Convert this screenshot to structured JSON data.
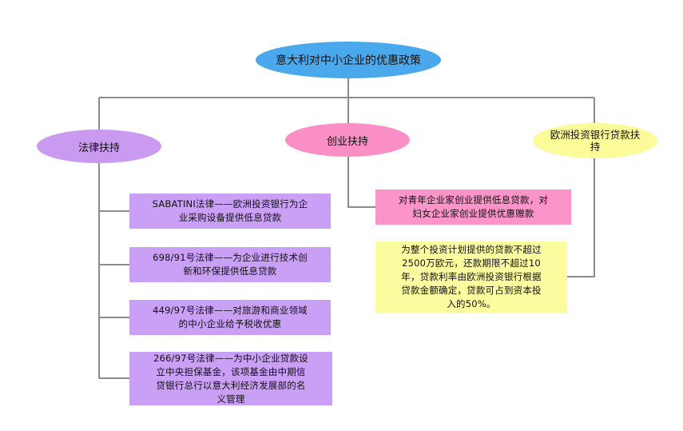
{
  "diagram": {
    "root": {
      "label": "意大利对中小企业的优惠政策",
      "color": "#4aa8ec"
    },
    "branches": {
      "legal": {
        "label": "法律扶持",
        "color": "#c99af0",
        "items": [
          {
            "line1": "SABATINI法律——欧洲投资银行为企",
            "line2": "业采购设备提供低息贷款"
          },
          {
            "line1": "698/91号法律——为企业进行技术创",
            "line2": "新和环保提供低息贷款"
          },
          {
            "line1": "449/97号法律——对旅游和商业领域",
            "line2": "的中小企业给予税收优惠"
          },
          {
            "line1": "266/97号法律——为中小企业贷款设",
            "line2": "立中央担保基金，该项基金由中期信",
            "line3": "贷银行总行以意大利经济发展部的名",
            "line4": "义管理"
          }
        ]
      },
      "startup": {
        "label": "创业扶持",
        "color": "#fa8fc6",
        "detail": {
          "line1": "对青年企业家创业提供低息贷款，对",
          "line2": "妇女企业家创业提供优惠赠款"
        }
      },
      "eib": {
        "label_line1": "欧洲投资银行贷款扶",
        "label_line2": "持",
        "color": "#fbfb9a",
        "detail": {
          "line1": "为整个投资计划提供的贷款不超过",
          "line2": "2500万欧元，还款期限不超过10",
          "line3": "年，贷款利率由欧洲投资银行根据",
          "line4": "贷款金额确定，贷款可占到资本投",
          "line5": "入的50%。"
        }
      }
    },
    "connector_color": "#8c8c8c"
  }
}
